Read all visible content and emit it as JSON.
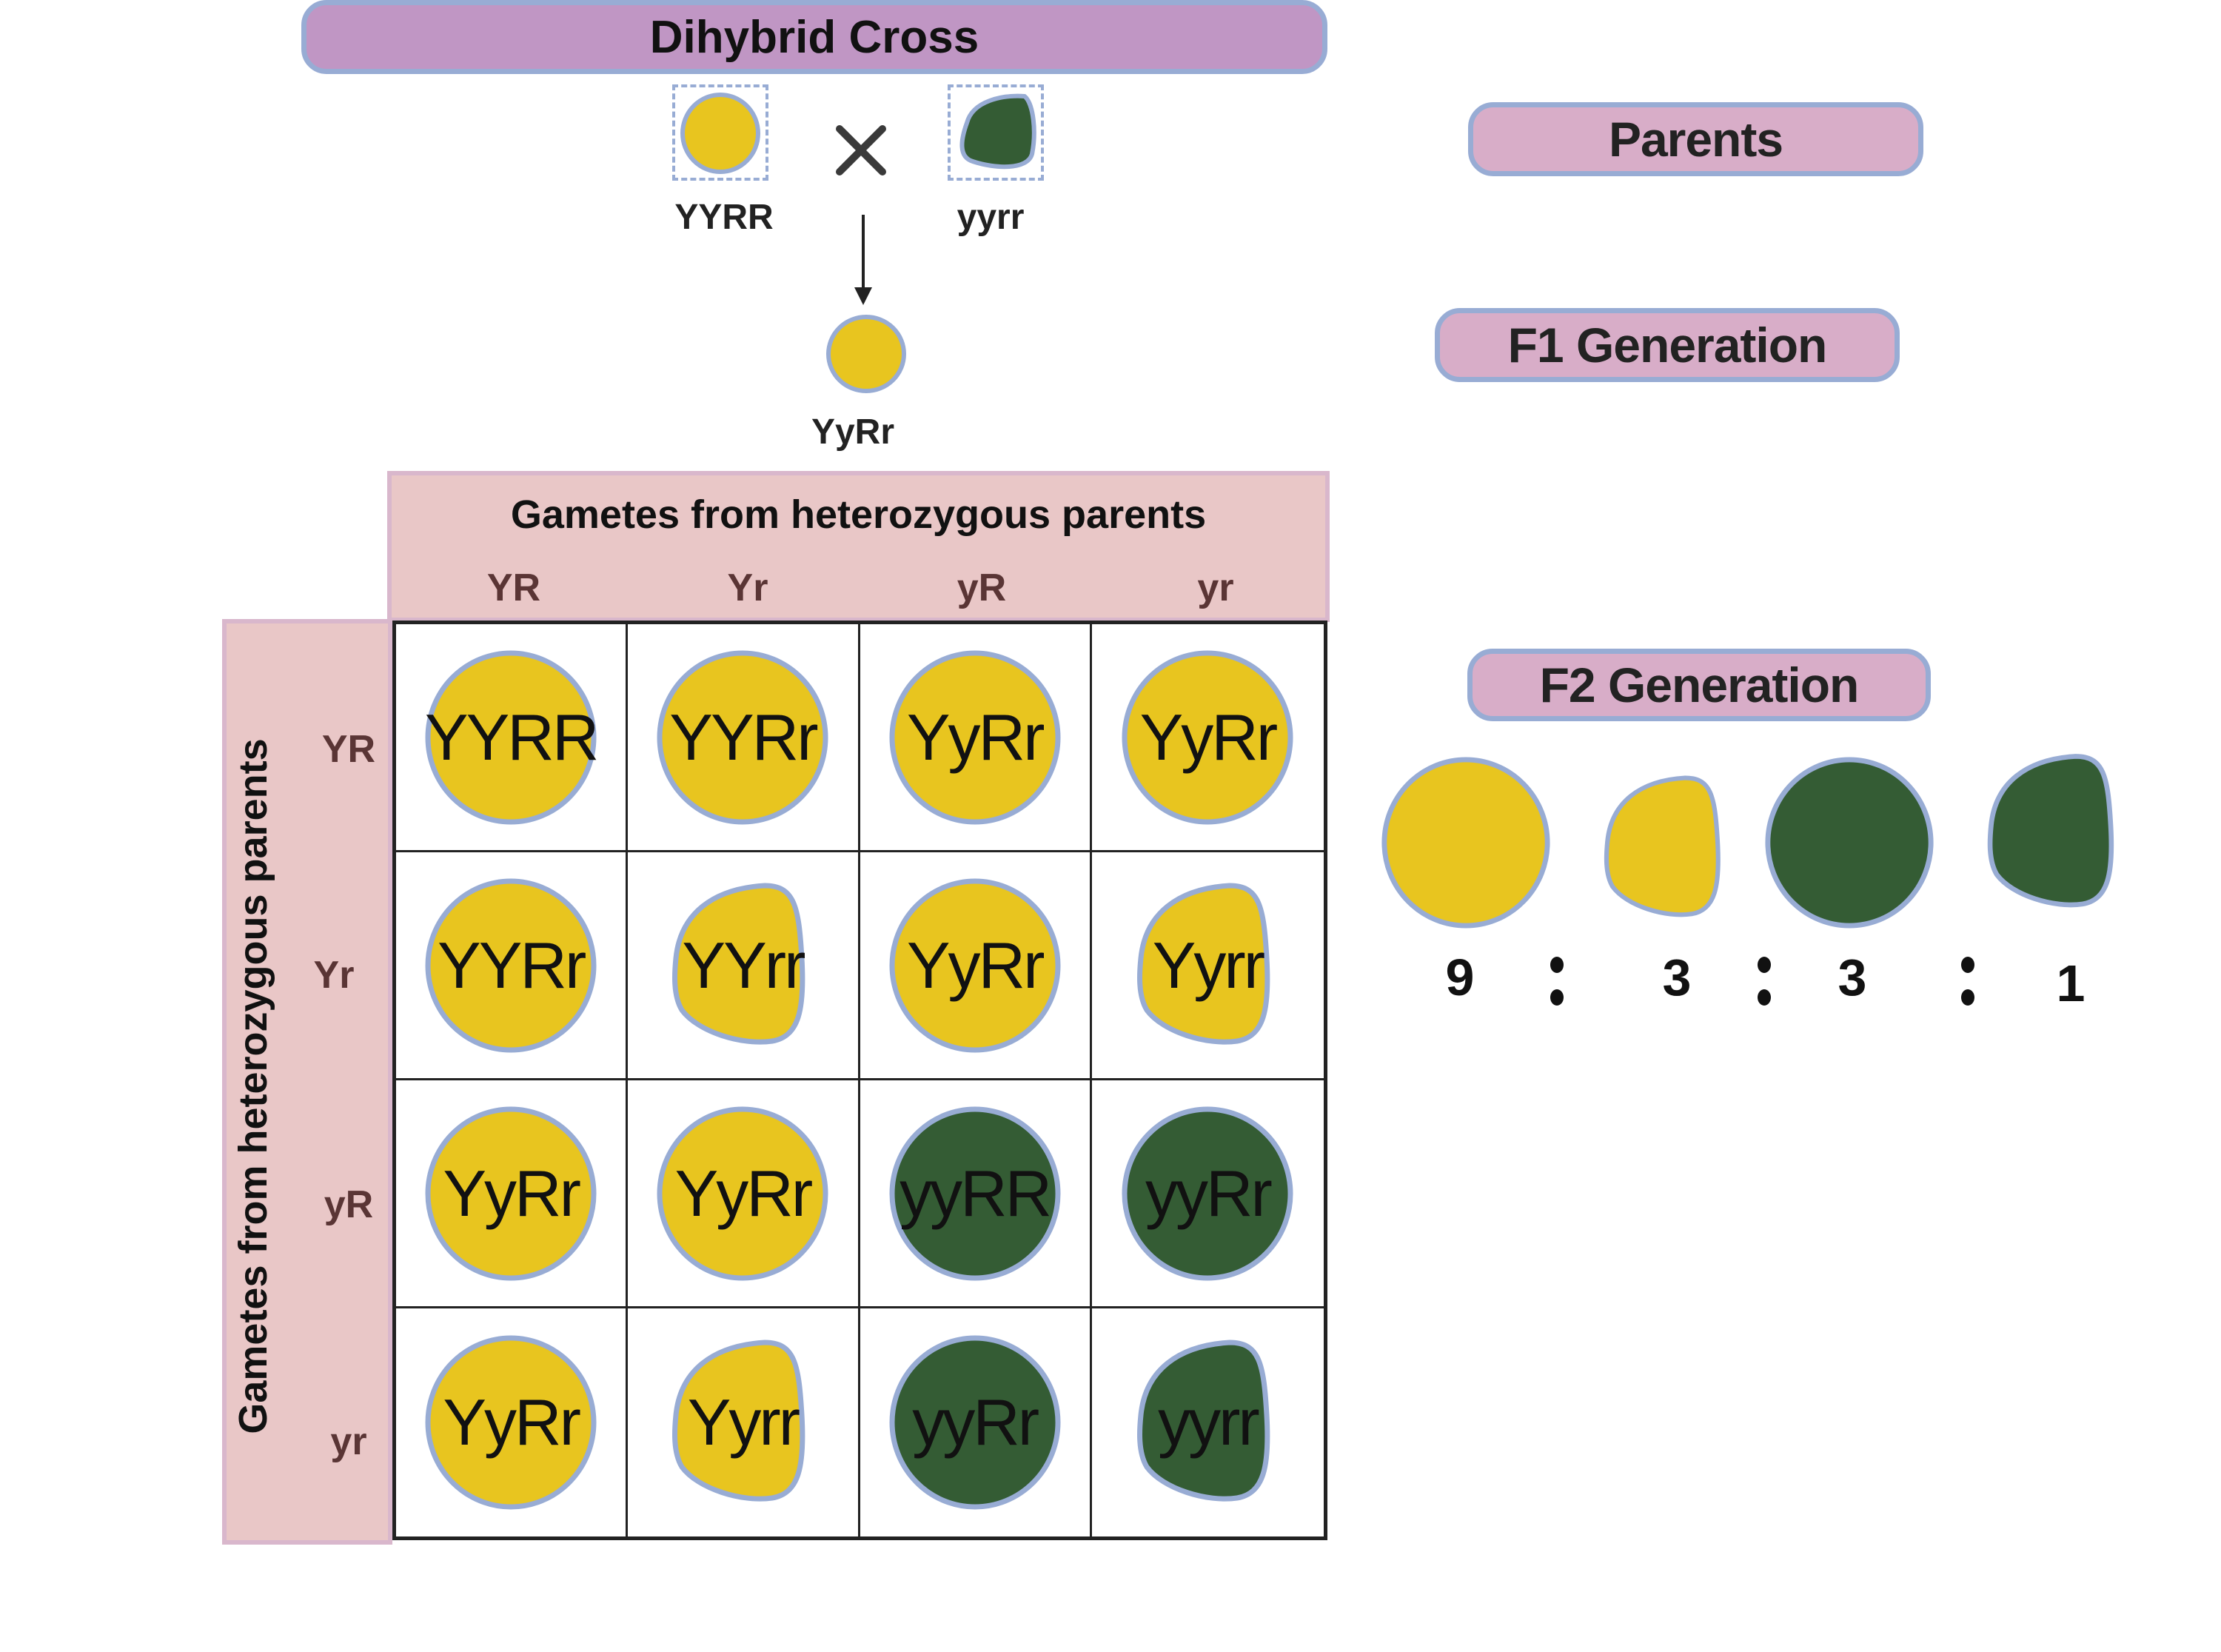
{
  "title": "Dihybrid Cross",
  "side_labels": {
    "parents": "Parents",
    "f1": "F1 Generation",
    "f2": "F2 Generation"
  },
  "colors": {
    "yellow_seed": "#e8c51f",
    "green_seed": "#345c34",
    "seed_outline": "#98acd4",
    "title_bar": "#c096c4",
    "side_label_bg": "#d8adc8",
    "punnett_header_bg": "#e9c7c7",
    "gamete_label": "#5a3535"
  },
  "parents": {
    "left": {
      "genotype": "YYRR",
      "color": "yellow",
      "shape": "round"
    },
    "cross_symbol": "×",
    "right": {
      "genotype": "yyrr",
      "color": "green",
      "shape": "wrinkled"
    }
  },
  "f1": {
    "genotype": "YyRr",
    "color": "yellow",
    "shape": "round"
  },
  "punnett": {
    "top_title": "Gametes from heterozygous parents",
    "left_title": "Gametes from heterozygous parents",
    "col_gametes": [
      "YR",
      "Yr",
      "yR",
      "yr"
    ],
    "row_gametes": [
      "YR",
      "Yr",
      "yR",
      "yr"
    ],
    "cells": [
      [
        {
          "g": "YYRR",
          "color": "yellow",
          "shape": "round"
        },
        {
          "g": "YYRr",
          "color": "yellow",
          "shape": "round"
        },
        {
          "g": "YyRr",
          "color": "yellow",
          "shape": "round"
        },
        {
          "g": "YyRr",
          "color": "yellow",
          "shape": "round"
        }
      ],
      [
        {
          "g": "YYRr",
          "color": "yellow",
          "shape": "round"
        },
        {
          "g": "YYrr",
          "color": "yellow",
          "shape": "wrinkled"
        },
        {
          "g": "YyRr",
          "color": "yellow",
          "shape": "round"
        },
        {
          "g": "Yyrr",
          "color": "yellow",
          "shape": "wrinkled"
        }
      ],
      [
        {
          "g": "YyRr",
          "color": "yellow",
          "shape": "round"
        },
        {
          "g": "YyRr",
          "color": "yellow",
          "shape": "round"
        },
        {
          "g": "yyRR",
          "color": "green",
          "shape": "round"
        },
        {
          "g": "yyRr",
          "color": "green",
          "shape": "round"
        }
      ],
      [
        {
          "g": "YyRr",
          "color": "yellow",
          "shape": "round"
        },
        {
          "g": "Yyrr",
          "color": "yellow",
          "shape": "wrinkled"
        },
        {
          "g": "yyRr",
          "color": "green",
          "shape": "round"
        },
        {
          "g": "yyrr",
          "color": "green",
          "shape": "wrinkled"
        }
      ]
    ]
  },
  "f2": {
    "phenotypes": [
      {
        "color": "yellow",
        "shape": "round",
        "ratio": "9"
      },
      {
        "color": "yellow",
        "shape": "wrinkled",
        "ratio": "3"
      },
      {
        "color": "green",
        "shape": "round",
        "ratio": "3"
      },
      {
        "color": "green",
        "shape": "wrinkled",
        "ratio": "1"
      }
    ],
    "separator": ":"
  }
}
